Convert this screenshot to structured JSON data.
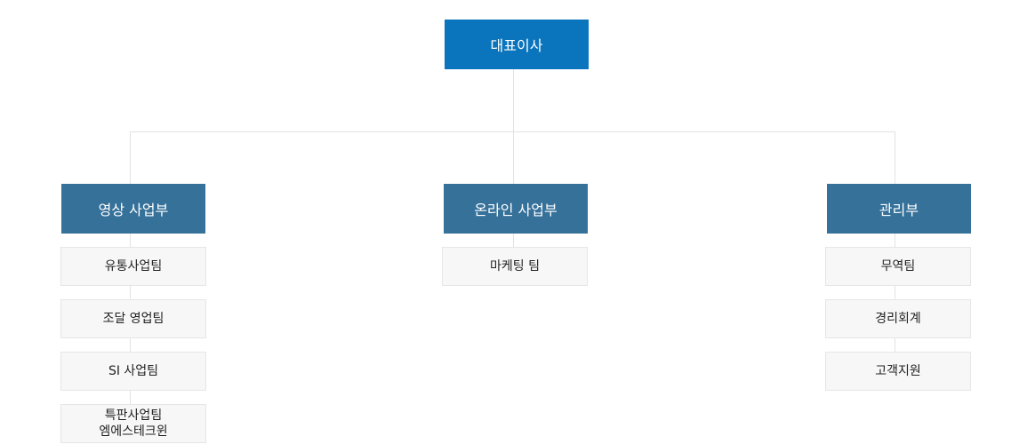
{
  "ceo": {
    "label": "대표이사"
  },
  "departments": [
    {
      "label": "영상 사업부",
      "teams": [
        "유통사업팀",
        "조달 영업팀",
        "SI 사업팀"
      ],
      "last_team": [
        "특판사업팀",
        "엠에스테크윈"
      ]
    },
    {
      "label": "온라인 사업부",
      "teams": [
        "마케팅 팀"
      ]
    },
    {
      "label": "관리부",
      "teams": [
        "무역팀",
        "경리회계",
        "고객지원"
      ]
    }
  ],
  "colors": {
    "ceo": "#0a74bc",
    "department": "#36719a",
    "team_bg": "#f7f7f7",
    "line": "#e2e2e2"
  }
}
